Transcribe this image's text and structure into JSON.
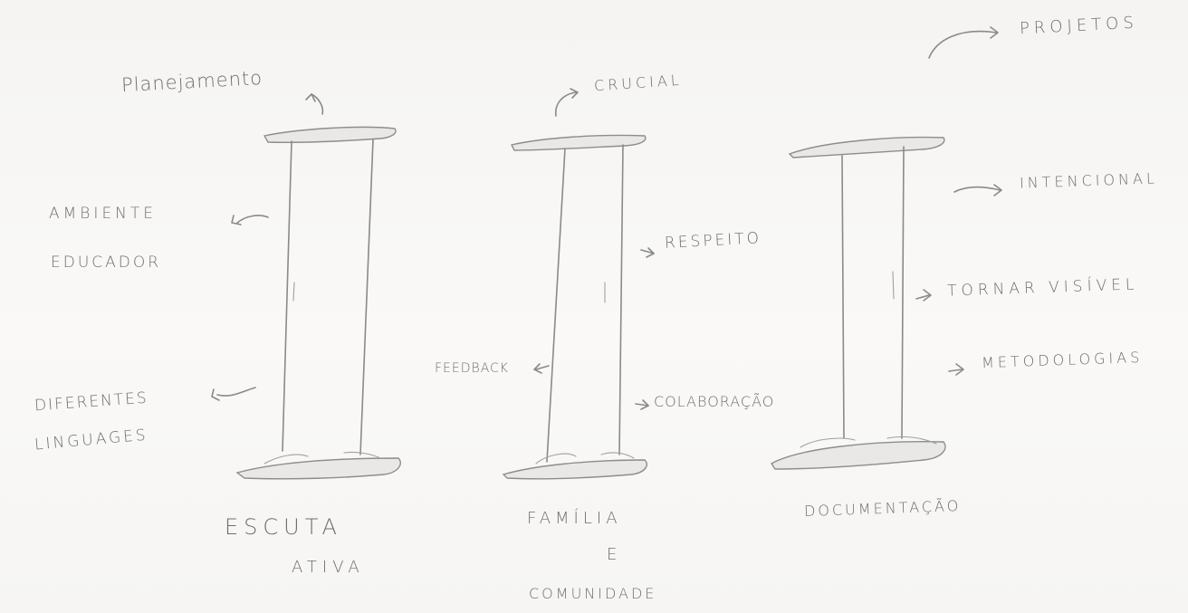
{
  "pillars": [
    {
      "name": "ESCUTA ATIVA",
      "base_label_line1": "ESCUTA",
      "base_label_line2": "ATIVA",
      "top_label": "Planejamento",
      "left_labels": [
        "AMBIENTE",
        "EDUCADOR",
        "DIFERENTES",
        "LINGUAGES"
      ]
    },
    {
      "name": "FAMÍLIA E COMUNIDADE",
      "base_label_line1": "FAMÍLIA",
      "base_label_line2": "E",
      "base_label_line3": "COMUNIDADE",
      "top_label": "CRUCIAL",
      "right_labels": [
        "RESPEITO",
        "COLABORAÇÃO"
      ],
      "left_label": "FEEDBACK"
    },
    {
      "name": "DOCUMENTAÇÃO",
      "base_label_line1": "DOCUMENTAÇÃO",
      "top_label": "PROJETOS",
      "right_labels": [
        "INTENCIONAL",
        "TORNAR VISÍVEL",
        "METODOLOGIAS"
      ]
    }
  ],
  "colors": {
    "pencil": "#8a8a8a",
    "text": "#6e6e6e",
    "paper": "#f7f6f4"
  }
}
